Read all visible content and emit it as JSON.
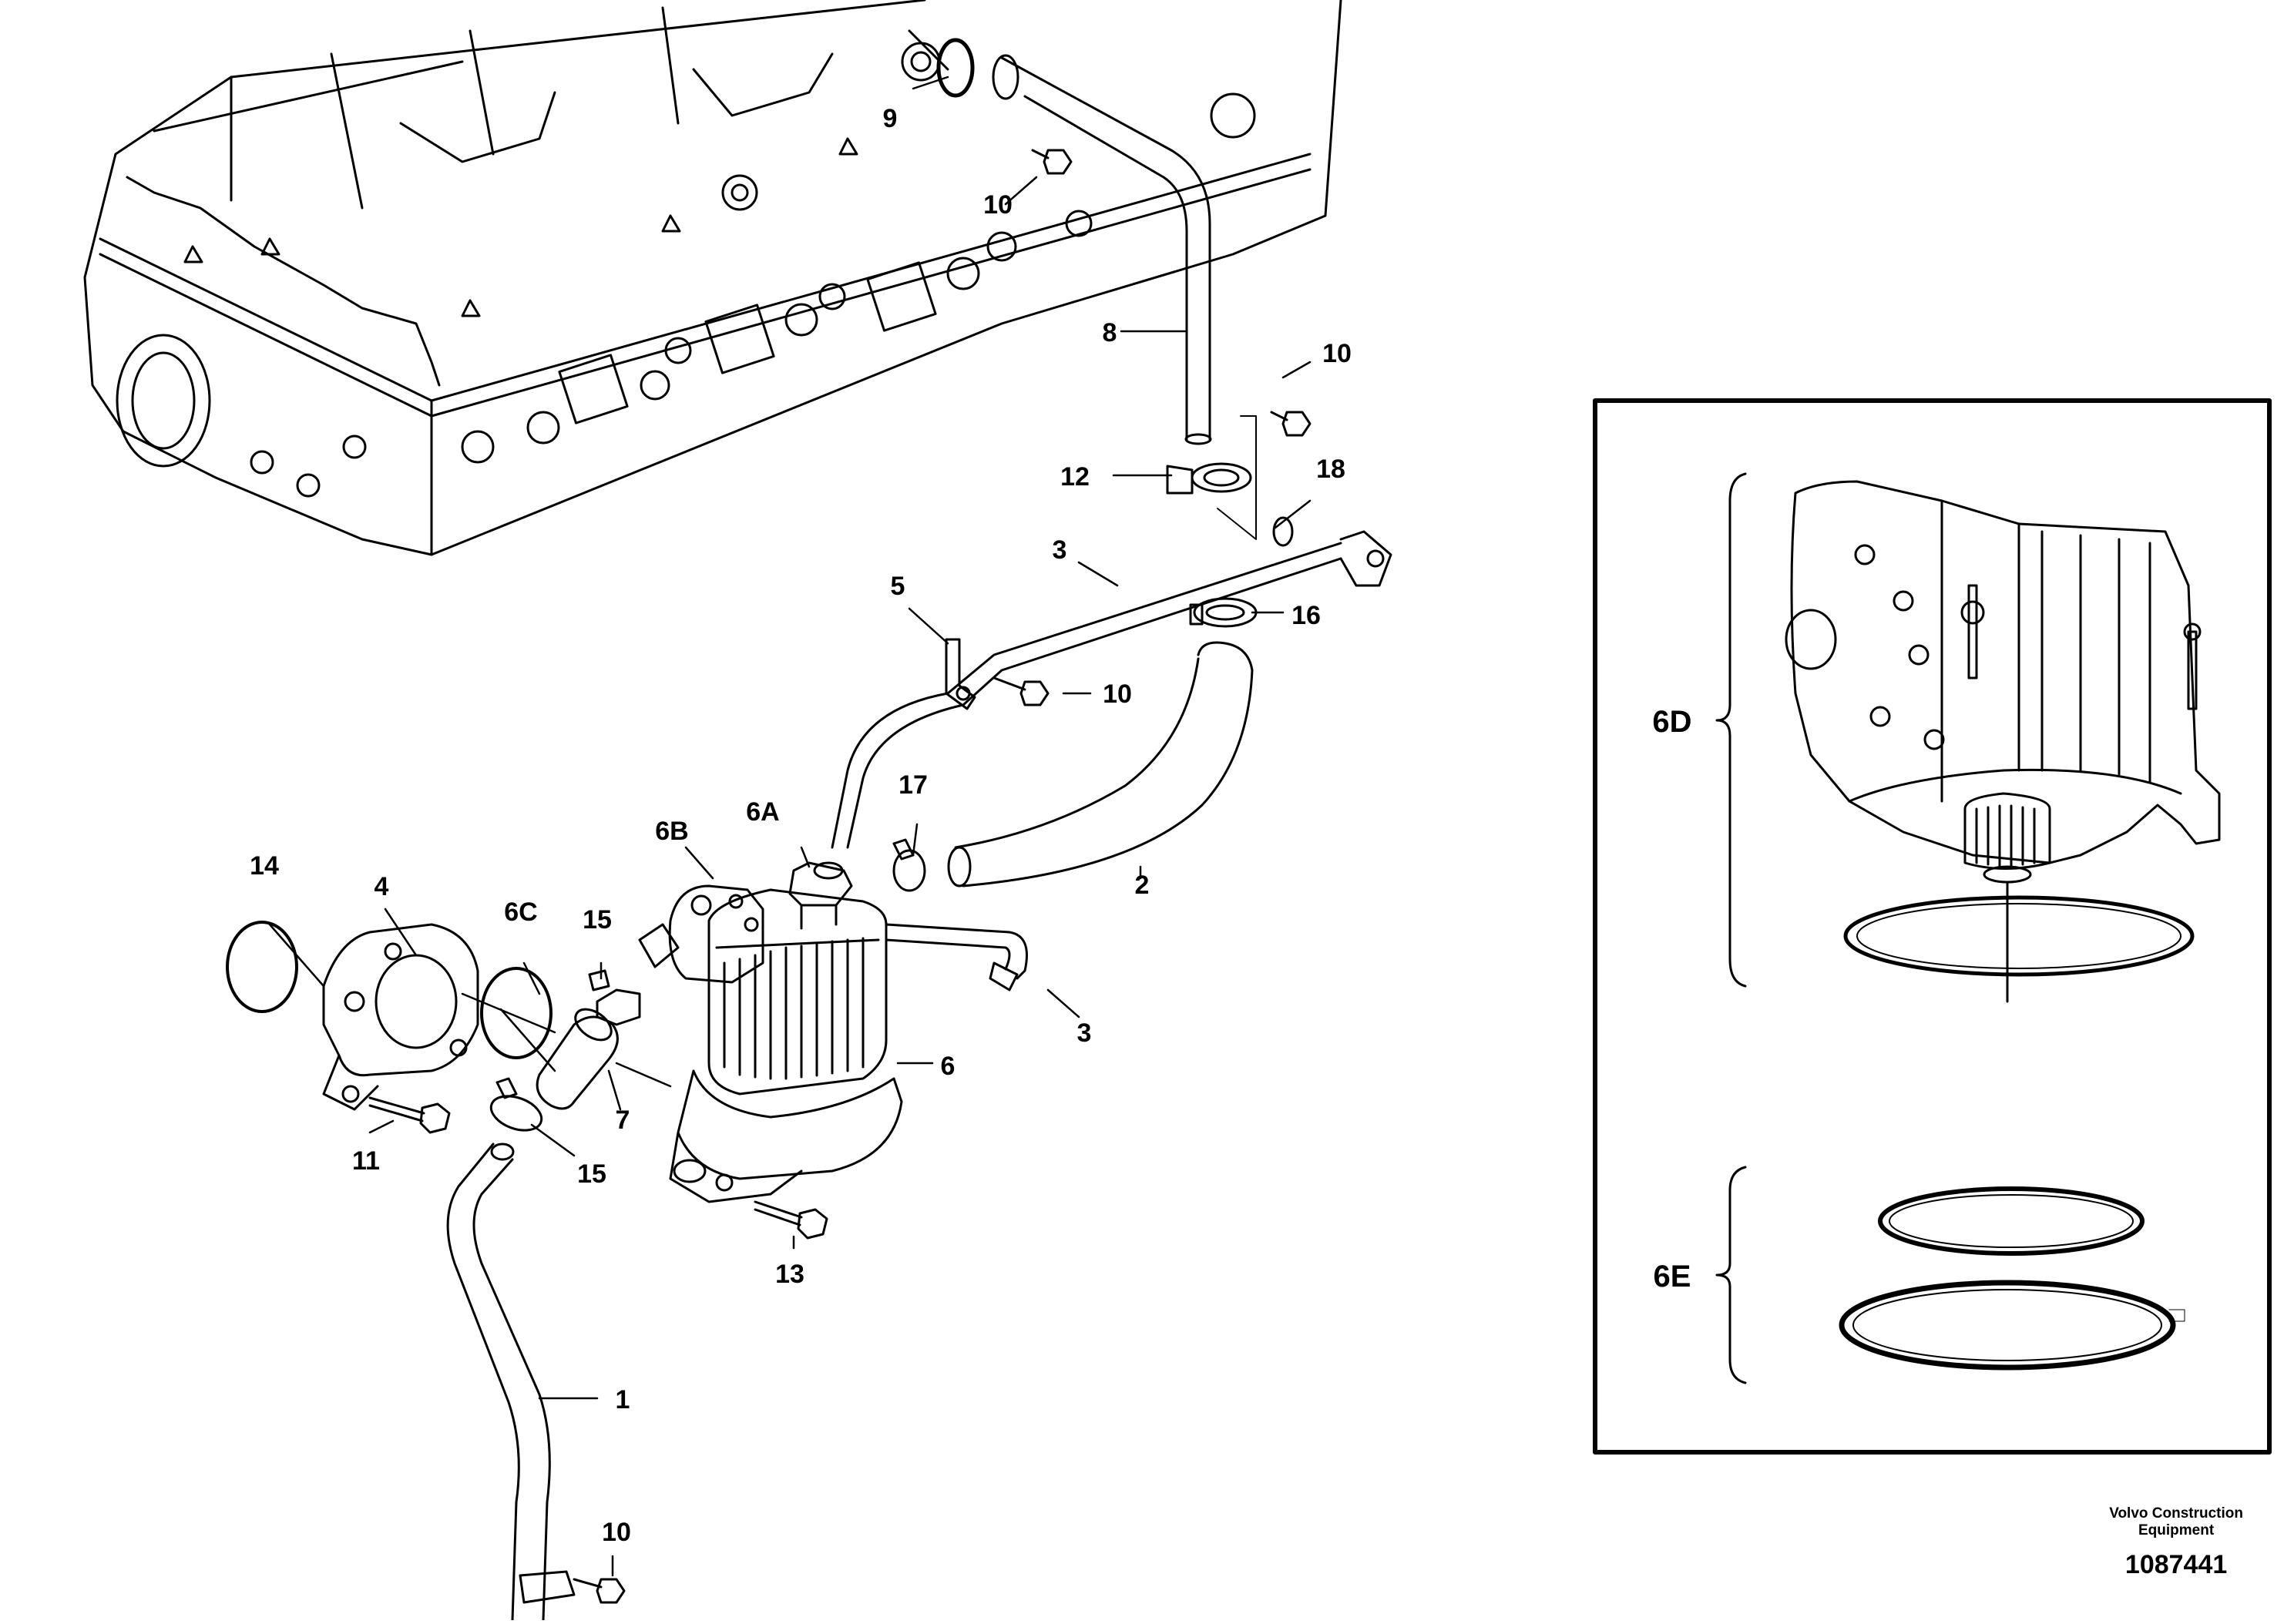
{
  "labels": {
    "n1": "1",
    "n2": "2",
    "n3a": "3",
    "n3b": "3",
    "n4": "4",
    "n5": "5",
    "n6": "6",
    "n6a": "6A",
    "n6b": "6B",
    "n6c": "6C",
    "n6d": "6D",
    "n6e": "6E",
    "n7": "7",
    "n8": "8",
    "n9": "9",
    "n10a": "10",
    "n10b": "10",
    "n10c": "10",
    "n10d": "10",
    "n11": "11",
    "n12": "12",
    "n13": "13",
    "n14": "14",
    "n15a": "15",
    "n15b": "15",
    "n16": "16",
    "n17": "17",
    "n18": "18"
  },
  "footer": {
    "brand_line1": "Volvo Construction",
    "brand_line2": "Equipment",
    "drawing_number": "1087441"
  }
}
